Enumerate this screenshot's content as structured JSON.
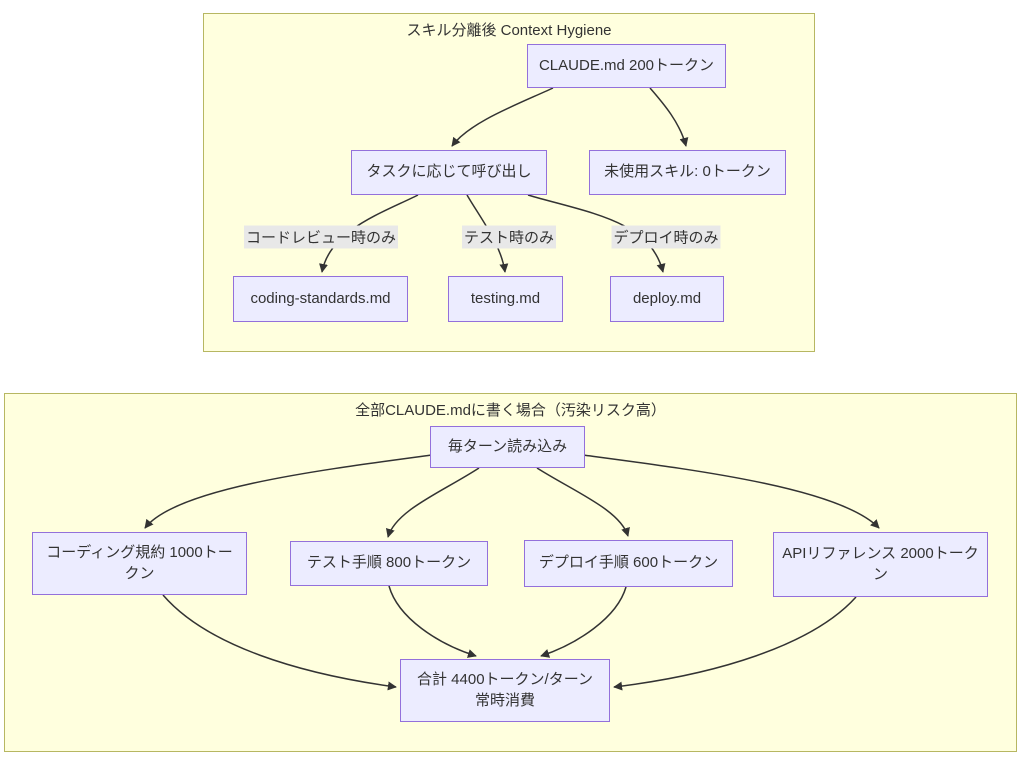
{
  "colors": {
    "cluster_fill": "#ffffde",
    "cluster_border": "#b7b762",
    "node_fill": "#ececff",
    "node_border": "#9370db",
    "edge_color": "#333333",
    "edge_label_bg": "#e8e8e8",
    "text_color": "#333333"
  },
  "top_diagram": {
    "title": "スキル分離後 Context Hygiene",
    "nodes": {
      "claude_md": {
        "label": "CLAUDE.md 200トークン"
      },
      "task_call": {
        "label": "タスクに応じて呼び出し"
      },
      "unused_skill": {
        "label": "未使用スキル: 0トークン"
      },
      "coding_standards": {
        "label": "coding-standards.md"
      },
      "testing": {
        "label": "testing.md"
      },
      "deploy": {
        "label": "deploy.md"
      }
    },
    "edge_labels": {
      "code_review": "コードレビュー時のみ",
      "test": "テスト時のみ",
      "deploy": "デプロイ時のみ"
    },
    "edges": [
      {
        "from": "claude_md",
        "to": "task_call",
        "label": ""
      },
      {
        "from": "claude_md",
        "to": "unused_skill",
        "label": ""
      },
      {
        "from": "task_call",
        "to": "coding_standards",
        "label": "コードレビュー時のみ"
      },
      {
        "from": "task_call",
        "to": "testing",
        "label": "テスト時のみ"
      },
      {
        "from": "task_call",
        "to": "deploy",
        "label": "デプロイ時のみ"
      }
    ]
  },
  "bottom_diagram": {
    "title": "全部CLAUDE.mdに書く場合（汚染リスク高）",
    "nodes": {
      "every_turn": {
        "label": "毎ターン読み込み"
      },
      "coding_rules": {
        "label": "コーディング規約 1000トークン"
      },
      "test_steps": {
        "label": "テスト手順 800トークン"
      },
      "deploy_steps": {
        "label": "デプロイ手順 600トークン"
      },
      "api_reference": {
        "label": "APIリファレンス 2000トークン"
      },
      "total": {
        "label": "合計 4400トークン/ターン\n常時消費"
      }
    },
    "edges": [
      {
        "from": "every_turn",
        "to": "coding_rules",
        "label": ""
      },
      {
        "from": "every_turn",
        "to": "test_steps",
        "label": ""
      },
      {
        "from": "every_turn",
        "to": "deploy_steps",
        "label": ""
      },
      {
        "from": "every_turn",
        "to": "api_reference",
        "label": ""
      },
      {
        "from": "coding_rules",
        "to": "total",
        "label": ""
      },
      {
        "from": "test_steps",
        "to": "total",
        "label": ""
      },
      {
        "from": "deploy_steps",
        "to": "total",
        "label": ""
      },
      {
        "from": "api_reference",
        "to": "total",
        "label": ""
      }
    ]
  }
}
